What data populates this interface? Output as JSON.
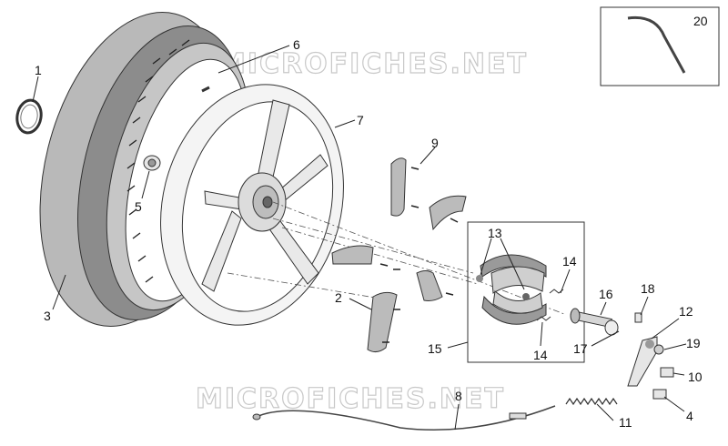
{
  "watermark": "MICROFICHES.NET",
  "callouts": [
    "1",
    "2",
    "3",
    "4",
    "5",
    "6",
    "7",
    "8",
    "9",
    "10",
    "11",
    "12",
    "13",
    "14",
    "14",
    "15",
    "16",
    "17",
    "18",
    "19",
    "20"
  ]
}
